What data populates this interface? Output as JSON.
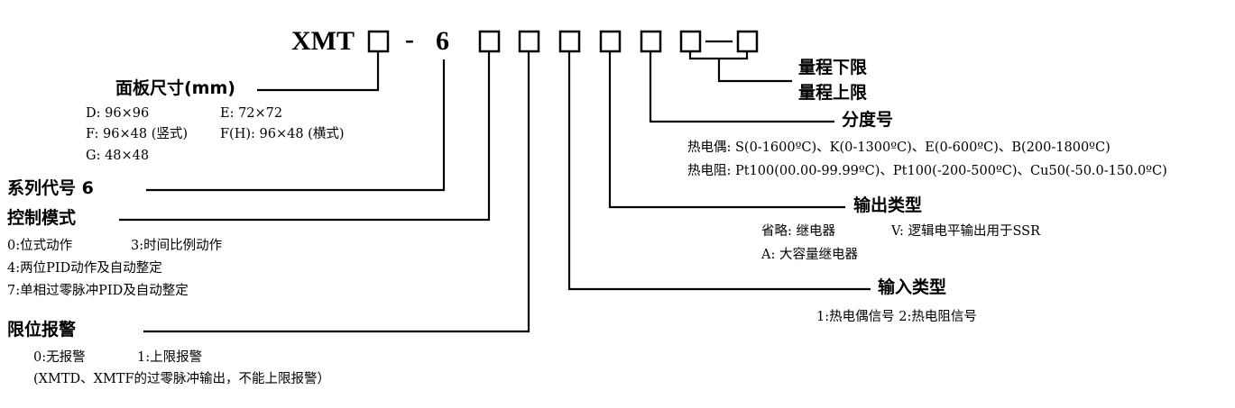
{
  "model": {
    "prefix": "XMT",
    "dash": "-",
    "series_digit": "6",
    "range_dash": "-"
  },
  "sections": {
    "panel": {
      "title": "面板尺寸(mm)",
      "d": "D: 96×96",
      "e": "E: 72×72",
      "f": "F: 96×48 (竖式)",
      "fh": "F(H): 96×48 (横式)",
      "g": "G: 48×48"
    },
    "series": {
      "title": "系列代号 6"
    },
    "control": {
      "title": "控制模式",
      "l1a": "0:位式动作",
      "l1b": "3:时间比例动作",
      "l2": "4:两位PID动作及自动整定",
      "l3": "7:单相过零脉冲PID及自动整定"
    },
    "alarm": {
      "title": "限位报警",
      "l1a": "0:无报警",
      "l1b": "1:上限报警",
      "l2": "(XMTD、XMTF的过零脉冲输出，不能上限报警）"
    },
    "range_low": {
      "title": "量程下限"
    },
    "range_high": {
      "title": "量程上限"
    },
    "division": {
      "title": "分度号",
      "l1": "热电偶: S(0-1600ºC)、K(0-1300ºC)、E(0-600ºC)、B(200-1800ºC)",
      "l2": "热电阻: Pt100(00.00-99.99ºC)、Pt100(-200-500ºC)、Cu50(-50.0-150.0ºC)"
    },
    "output": {
      "title": "输出类型",
      "l1a": "省略: 继电器",
      "l1b": "V: 逻辑电平输出用于SSR",
      "l2": "A: 大容量继电器"
    },
    "input": {
      "title": "输入类型",
      "l1": "1:热电偶信号 2:热电阻信号"
    }
  }
}
